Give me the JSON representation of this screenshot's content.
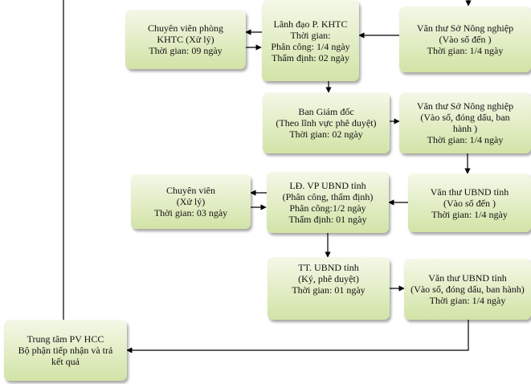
{
  "diagram": {
    "boxes": {
      "chuyen_vien_khtc": [
        "Chuyên viên phòng",
        "KHTC (Xử lý)",
        "Thời gian: 09 ngày"
      ],
      "lanh_dao_khtc": [
        "Lãnh đạo P. KHTC",
        "Thời gian:",
        "Phân công: 1/4 ngày",
        "Thẩm định: 02 ngày"
      ],
      "van_thu_snn_1": [
        "Văn thư Sở Nông nghiệp",
        "(Vào sổ đến )",
        "Thời gian: 1/4 ngày"
      ],
      "ban_giam_doc": [
        "Ban Giám đốc",
        "(Theo lĩnh vực phê duyệt)",
        "Thời gian: 02 ngày"
      ],
      "van_thu_snn_2": [
        "Văn thư Sở Nông nghiệp",
        "(Vào sổ, đóng dấu, ban",
        "hành )",
        "Thời gian: 1/4 ngày"
      ],
      "chuyen_vien_xl": [
        "Chuyên viên",
        "(Xử lý)",
        "Thời gian: 03 ngày"
      ],
      "ld_vp_ubnd": [
        "LĐ. VP UBND tỉnh",
        "(Phân công, thẩm định)",
        "Phân công:1/2 ngày",
        "Thẩm định: 01 ngày"
      ],
      "van_thu_ubnd_1": [
        "Văn thư UBND tỉnh",
        "(Vào sổ đến )",
        "Thời gian: 1/4 ngày"
      ],
      "tt_ubnd": [
        "TT. UBND tỉnh",
        "(Ký, phê duyệt)",
        "Thời gian: 01 ngày"
      ],
      "van_thu_ubnd_2": [
        "Văn thư UBND tỉnh",
        "(Vào sổ, đóng dấu, ban hành)",
        "Thời gian: 1/4 ngày"
      ],
      "trung_tam_hcc": [
        "Trung tâm PV HCC",
        "Bộ phận tiếp nhận và trả",
        "kết quả"
      ]
    }
  }
}
